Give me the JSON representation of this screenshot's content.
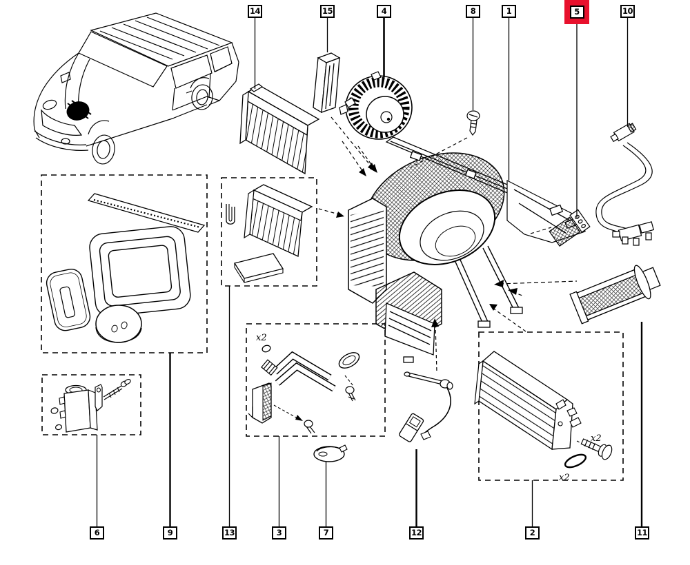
{
  "meta": {
    "background_color": "#ffffff",
    "line_color": "#000000",
    "highlight_color": "#e8112d",
    "highlighted_part": "5"
  },
  "callouts": {
    "top": [
      {
        "id": "14",
        "label": "14"
      },
      {
        "id": "15",
        "label": "15"
      },
      {
        "id": "4",
        "label": "4"
      },
      {
        "id": "8",
        "label": "8"
      },
      {
        "id": "1",
        "label": "1"
      },
      {
        "id": "5",
        "label": "5",
        "highlighted": true
      },
      {
        "id": "10",
        "label": "10"
      }
    ],
    "bottom": [
      {
        "id": "6",
        "label": "6"
      },
      {
        "id": "9",
        "label": "9"
      },
      {
        "id": "13",
        "label": "13"
      },
      {
        "id": "3",
        "label": "3"
      },
      {
        "id": "7",
        "label": "7"
      },
      {
        "id": "12",
        "label": "12"
      },
      {
        "id": "2",
        "label": "2"
      },
      {
        "id": "11",
        "label": "11"
      }
    ]
  },
  "annotations": {
    "hose_oring_qty": "x2",
    "evap_bolt_qty": "x2",
    "evap_oring_qty": "x2"
  }
}
